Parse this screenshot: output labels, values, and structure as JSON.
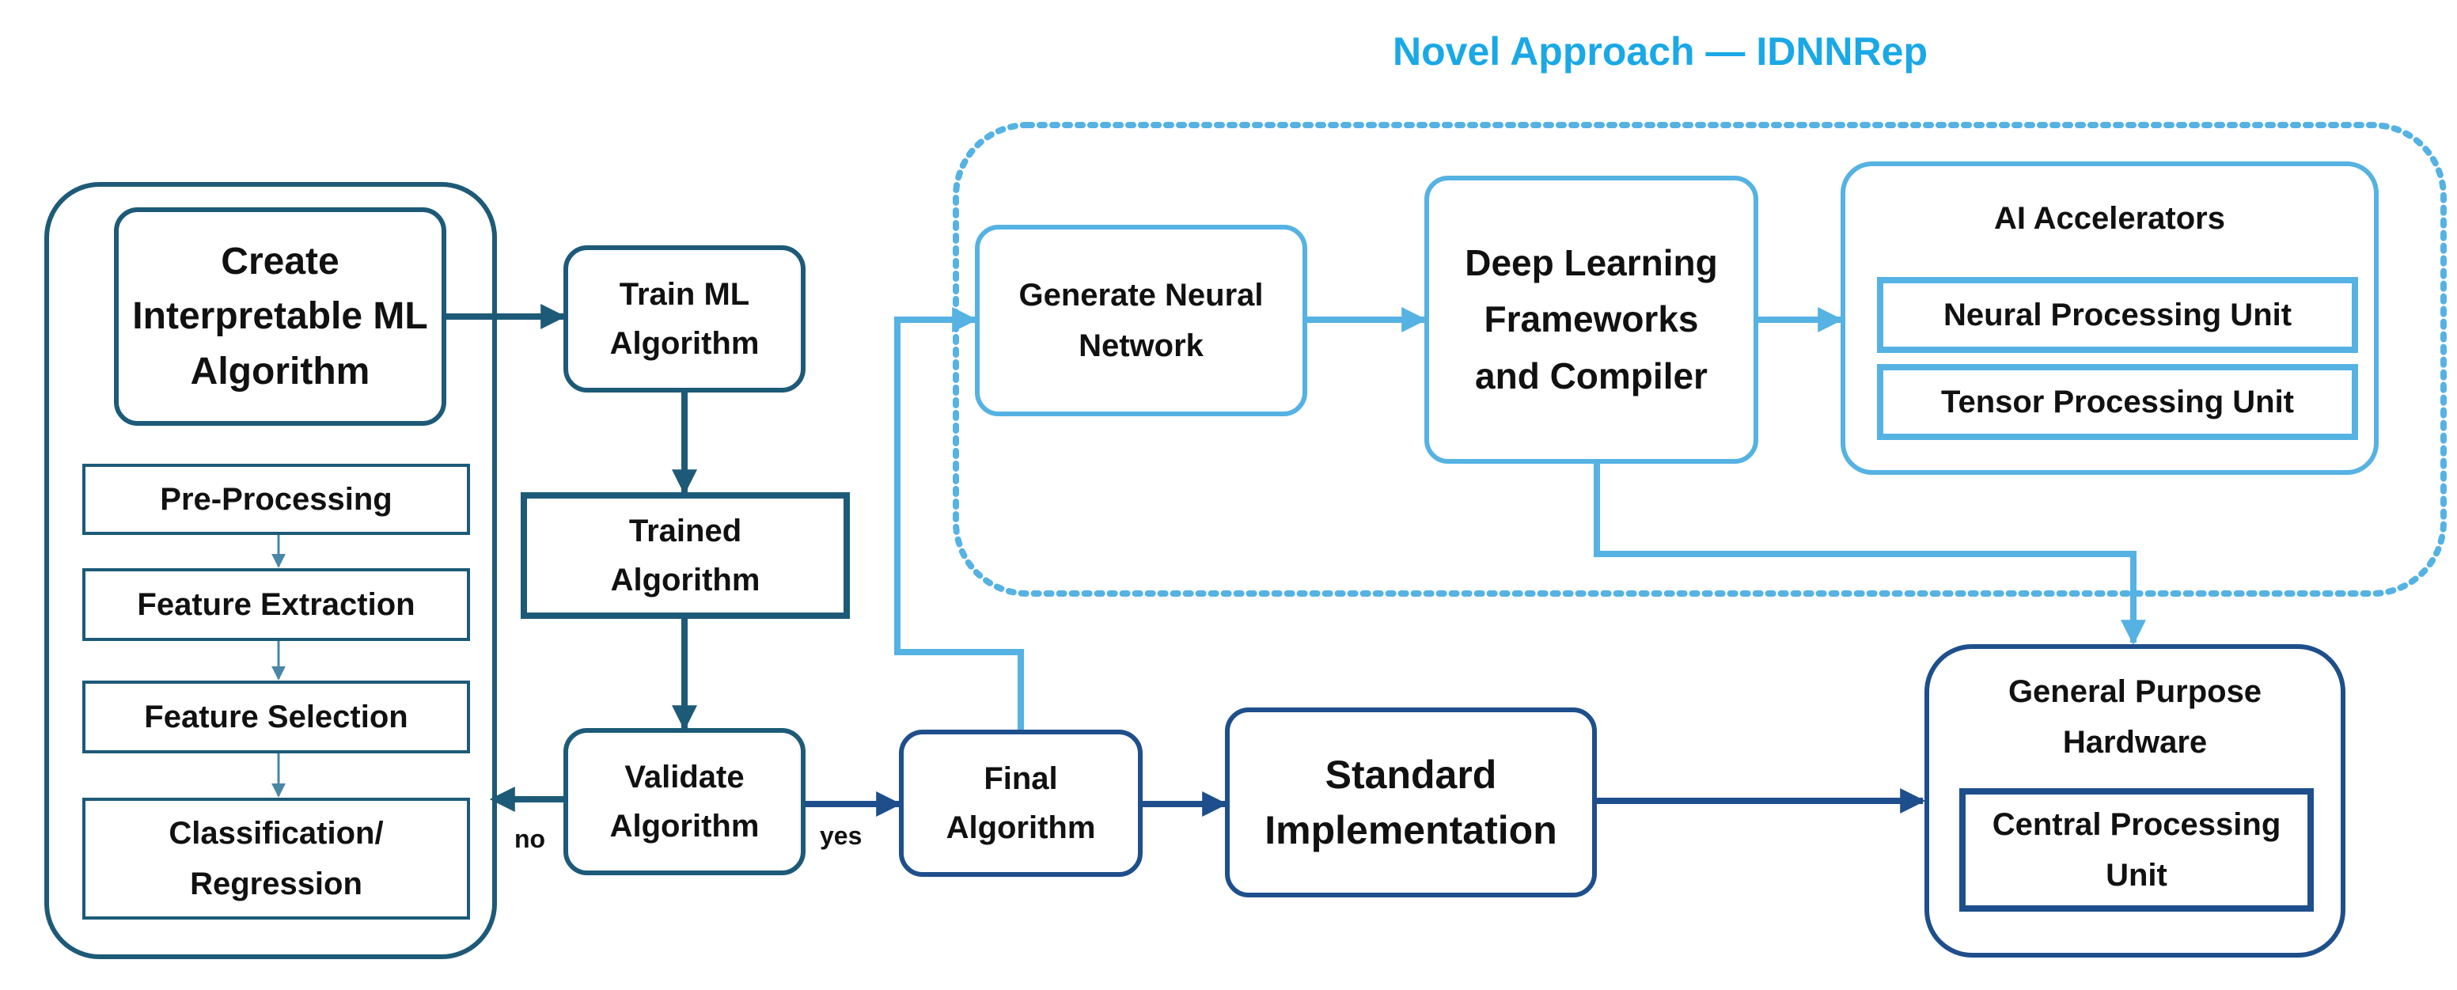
{
  "title": "Novel Approach — IDNNRep",
  "left_panel": {
    "create": "Create Interpretable ML Algorithm",
    "steps": [
      "Pre-Processing",
      "Feature Extraction",
      "Feature Selection",
      "Classification/ Regression"
    ]
  },
  "flow": {
    "train": "Train ML Algorithm",
    "trained": "Trained Algorithm",
    "validate": "Validate Algorithm",
    "no_label": "no",
    "yes_label": "yes",
    "final": "Final Algorithm",
    "standard": "Standard Implementation"
  },
  "novel": {
    "generate": "Generate Neural Network",
    "frameworks": "Deep Learning Frameworks and Compiler",
    "accelerators_title": "AI Accelerators",
    "npu": "Neural Processing Unit",
    "tpu": "Tensor Processing Unit"
  },
  "hardware": {
    "title": "General Purpose Hardware",
    "cpu": "Central Processing Unit"
  },
  "colors": {
    "dark_teal": "#1d5a78",
    "navy": "#1e4f8c",
    "light_blue": "#55b2e3",
    "title_blue": "#1aa8e6"
  }
}
